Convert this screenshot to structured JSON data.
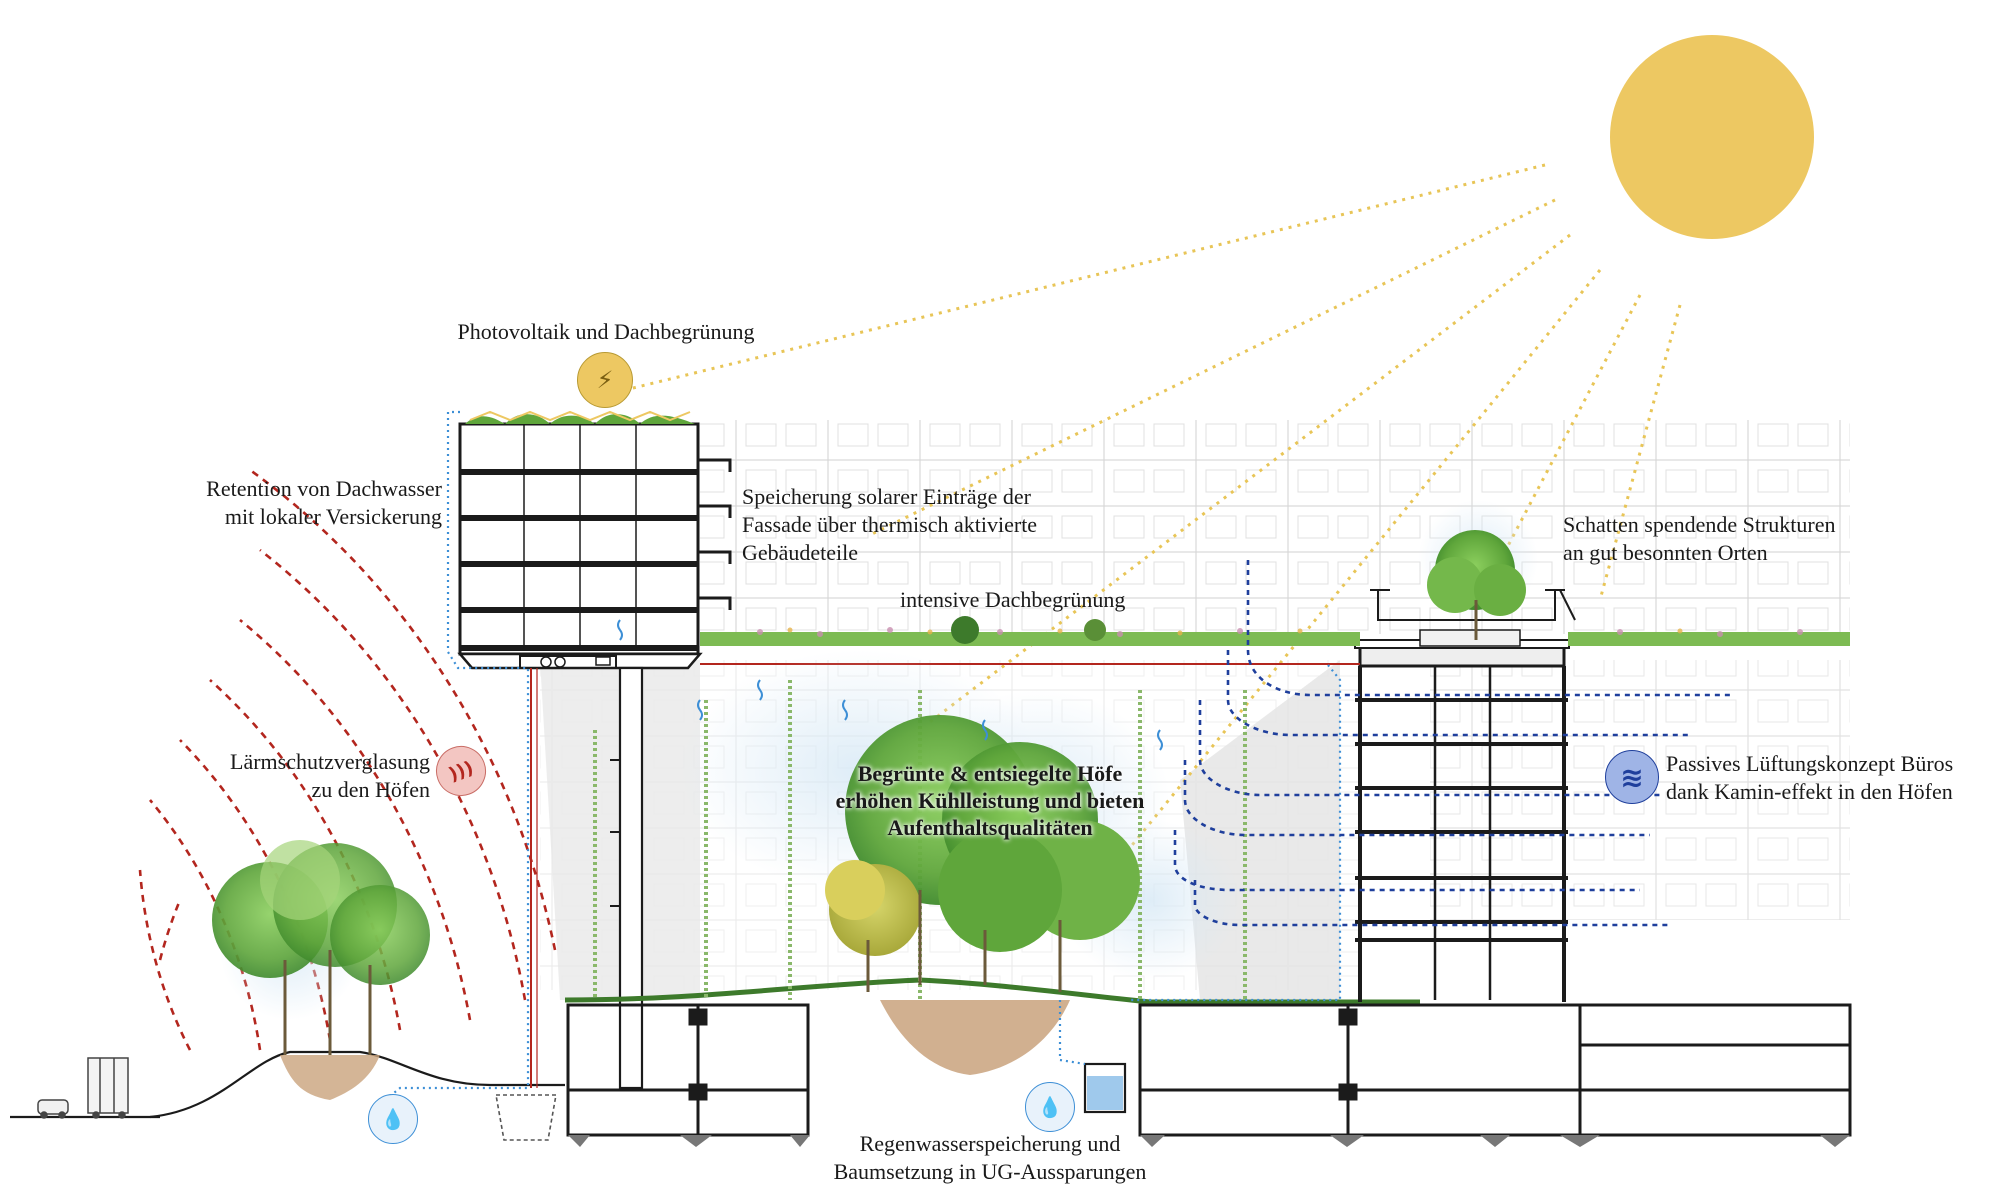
{
  "colors": {
    "sun": "#EDC862",
    "ray": "#E8C557",
    "structure": "#1b1b1b",
    "gridline": "#c9c9c9",
    "noise": "#b3261e",
    "air": "#1f3f9c",
    "water": "#3d8fd6",
    "green": "#5fa63b",
    "green_dark": "#3d7a2b",
    "green_light": "#a8d67a",
    "root": "#c9a27c",
    "shade": "#e6e6e6"
  },
  "labels": {
    "photovoltaik": "Photovoltaik und Dachbegrünung",
    "retention_1": "Retention von Dachwasser",
    "retention_2": "mit lokaler Versickerung",
    "speicherung_1": "Speicherung solarer Einträge der",
    "speicherung_2": "Fassade über thermisch aktivierte",
    "speicherung_3": "Gebäudeteile",
    "schatten_1": "Schatten spendende Strukturen",
    "schatten_2": "an gut besonnten Orten",
    "dachbegruenung": "intensive Dachbegrünung",
    "laerm_1": "Lärmschutzverglasung",
    "laerm_2": "zu den Höfen",
    "hoefe_1": "Begrünte & entsiegelte Höfe",
    "hoefe_2": "erhöhen Kühlleistung und bieten",
    "hoefe_3": "Aufenthaltsqualitäten",
    "lueftung_1": "Passives Lüftungskonzept Büros",
    "lueftung_2": "dank Kamin-effekt in den Höfen",
    "regen_1": "Regenwasserspeicherung und",
    "regen_2": "Baumsetzung in UG-Aussparungen"
  },
  "icons": {
    "pv": "lightning-icon",
    "noise": "sound-wave-icon",
    "water_left": "water-drops-icon",
    "water_center": "water-drops-icon",
    "wind": "wind-icon",
    "pv_glyph": "⚡",
    "noise_glyph": ")))",
    "water_glyph": "💧",
    "wind_glyph": "≋"
  }
}
